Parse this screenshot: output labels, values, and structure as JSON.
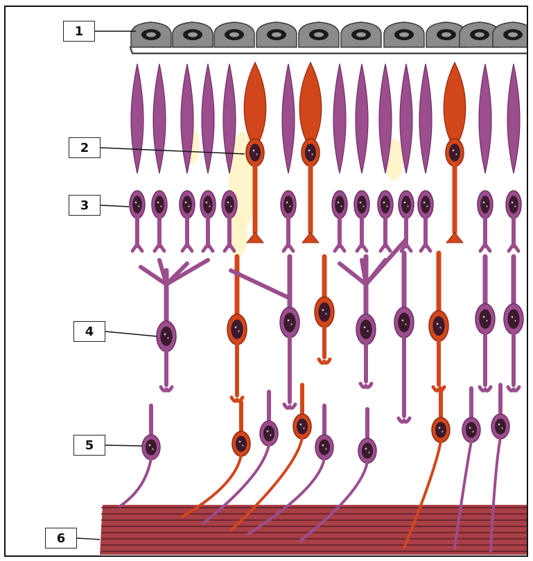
{
  "labels": [
    "1",
    "2",
    "3",
    "4",
    "5",
    "6"
  ],
  "colors": {
    "rod": "#9b4d8d",
    "rod_dark": "#6f2f66",
    "cone": "#d2461c",
    "cone_dark": "#8f2a0c",
    "pigment_epithelium": "#8b8b8b",
    "nucleus": "#3a1a2c",
    "fiber_layer": "#a84045",
    "fiber_line": "#5b1a2a",
    "glow": "#fff3c4"
  }
}
